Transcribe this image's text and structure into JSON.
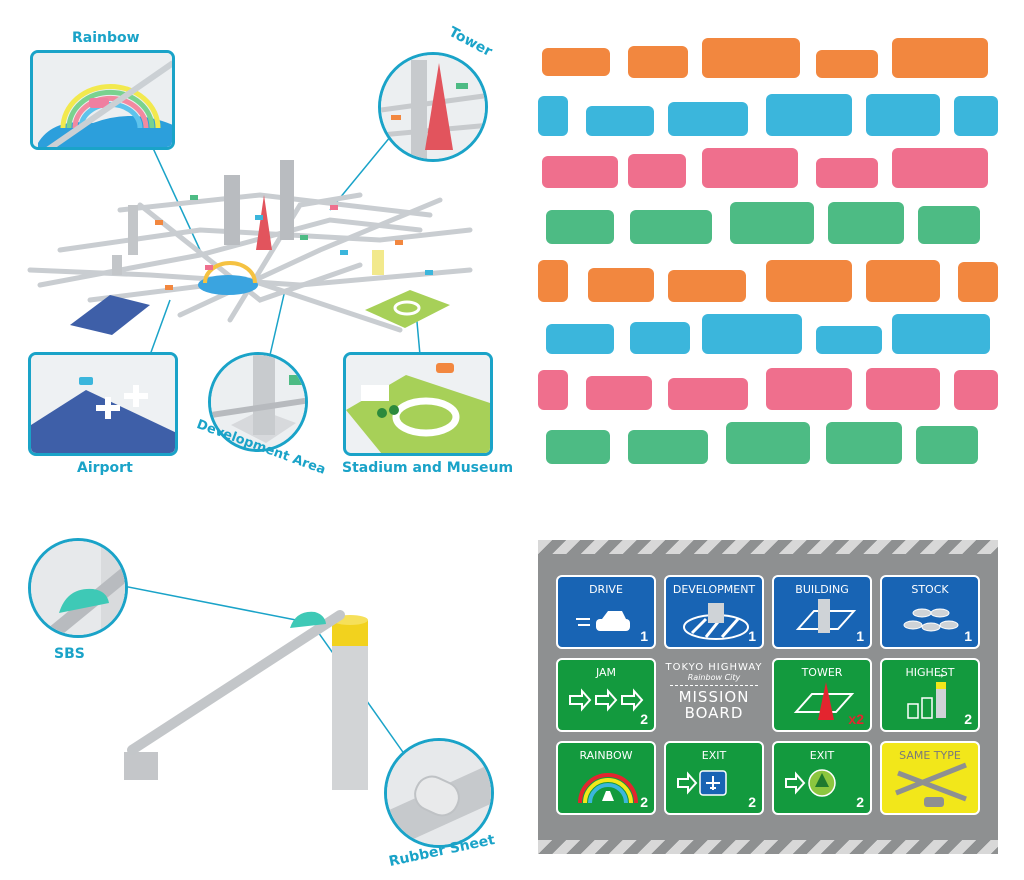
{
  "callouts": {
    "rainbow": "Rainbow",
    "tower": "Tower",
    "airport": "Airport",
    "development_area": "Development Area",
    "stadium_museum": "Stadium and Museum",
    "sbs": "SBS",
    "rubber_sheet": "Rubber Sheet"
  },
  "board": {
    "brand_top": "TOKYO HIGHWAY",
    "brand_sub": "Rainbow City",
    "title_line1": "MISSION",
    "title_line2": "BOARD",
    "cards": [
      {
        "title": "DRIVE",
        "num": "1"
      },
      {
        "title": "DEVELOPMENT",
        "num": "1"
      },
      {
        "title": "BUILDING",
        "num": "1"
      },
      {
        "title": "STOCK",
        "num": "1"
      },
      {
        "title": "JAM",
        "num": "2"
      },
      {
        "title": "TOWER",
        "num": "x2"
      },
      {
        "title": "HIGHEST",
        "num": "2"
      },
      {
        "title": "RAINBOW",
        "num": "2"
      },
      {
        "title": "EXIT",
        "num": "2"
      },
      {
        "title": "EXIT",
        "num": "2"
      },
      {
        "title": "SAME TYPE",
        "num": ""
      }
    ]
  },
  "colors": {
    "accent": "#1aa3c8",
    "car_orange": "#f2873f",
    "car_blue": "#3bb6dc",
    "car_pink": "#ef6f8d",
    "car_green": "#4dbb84",
    "board_blue": "#1864b4",
    "board_green": "#139a3e",
    "board_yellow": "#f2e71a"
  }
}
